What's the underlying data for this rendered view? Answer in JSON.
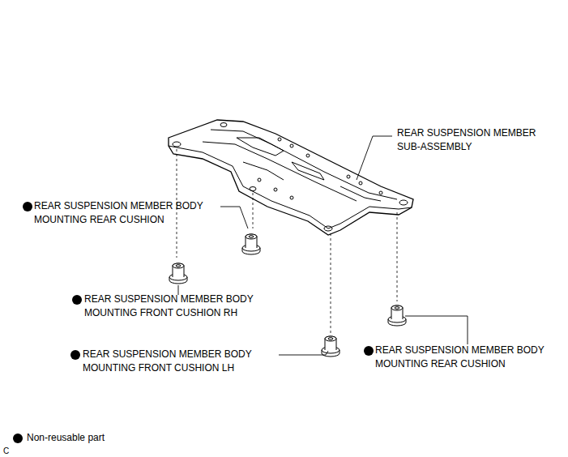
{
  "diagram": {
    "labels": [
      "REAR SUSPENSION MEMBER SUB-ASSEMBLY",
      "REAR SUSPENSION MEMBER BODY MOUNTING REAR CUSHION",
      "REAR SUSPENSION MEMBER BODY MOUNTING FRONT CUSHION RH",
      "REAR SUSPENSION MEMBER BODY MOUNTING FRONT CUSHION LH",
      "REAR SUSPENSION MEMBER BODY MOUNTING REAR CUSHION",
      "C"
    ],
    "legend": [
      {
        "text": "Non-reusable part"
      }
    ]
  }
}
